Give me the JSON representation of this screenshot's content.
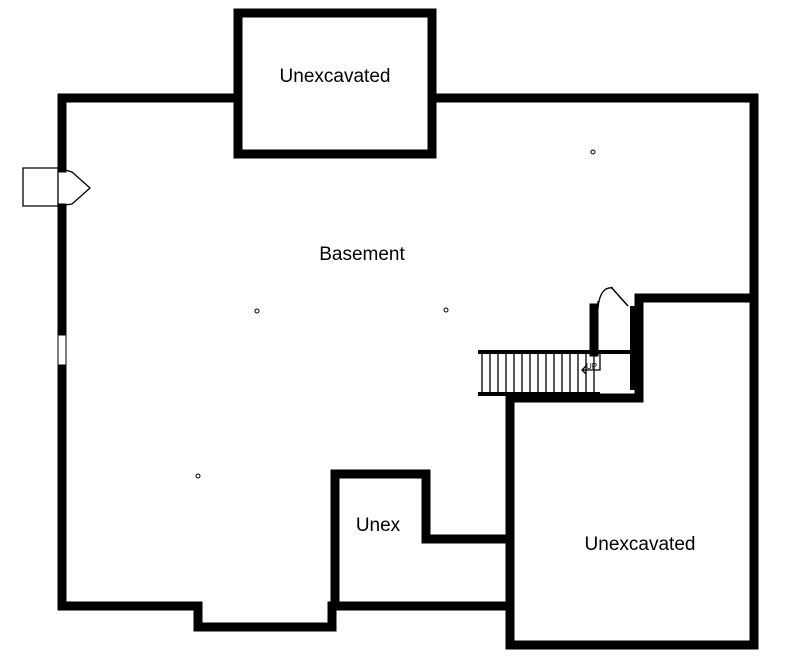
{
  "plan": {
    "rooms": [
      {
        "id": "unexcavated-top",
        "label": "Unexcavated"
      },
      {
        "id": "basement",
        "label": "Basement"
      },
      {
        "id": "unex-small",
        "label": "Unex"
      },
      {
        "id": "unexcavated-right",
        "label": "Unexcavated"
      }
    ],
    "stair_label": "UP"
  }
}
